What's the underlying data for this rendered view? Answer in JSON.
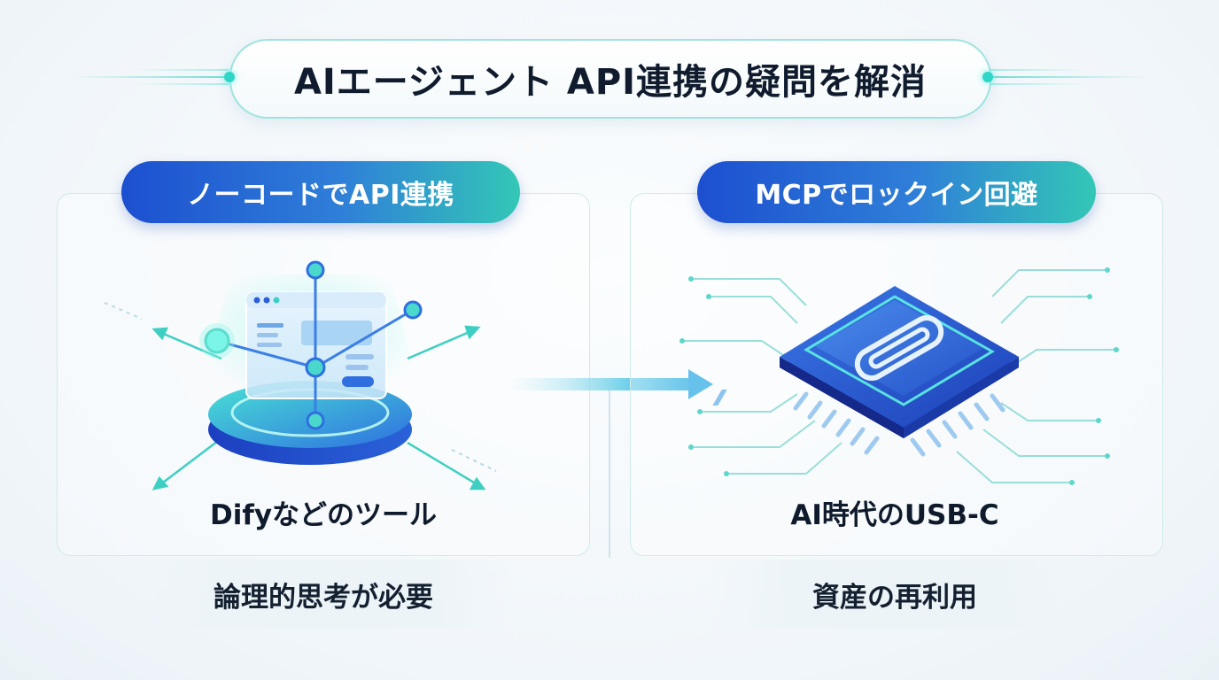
{
  "title": "AIエージェント API連携の疑問を解消",
  "left": {
    "heading": "ノーコードでAPI連携",
    "caption": "Difyなどのツール",
    "sub": "論理的思考が必要"
  },
  "right": {
    "heading": "MCPでロックイン回避",
    "caption": "AI時代のUSB-C",
    "sub": "資産の再利用"
  },
  "colors": {
    "accent_teal": "#2fd6c8",
    "accent_blue": "#1c4fd0",
    "heading_text": "#ffffff",
    "body_text": "#0f1b2c"
  },
  "icons": {
    "left": "nocode-platform-icon",
    "right": "chip-paperclip-icon",
    "connector": "arrow-right-icon"
  }
}
